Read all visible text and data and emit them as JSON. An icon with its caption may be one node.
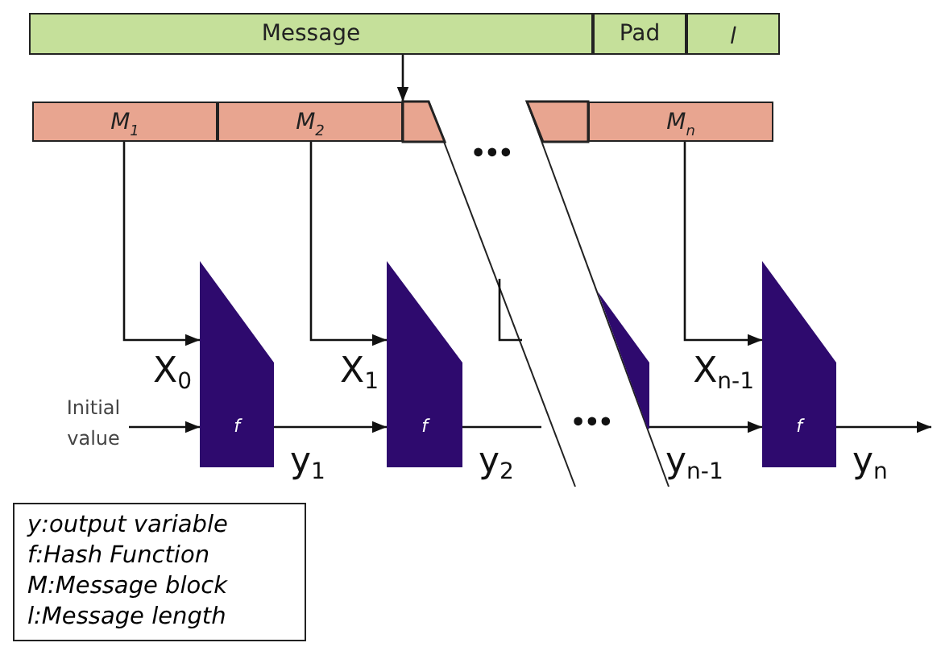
{
  "diagram": {
    "nodes": [
      {
        "text": [
          "Message"
        ]
      },
      {
        "text": [
          "Pad"
        ]
      },
      {
        "text": [
          "l"
        ]
      },
      {
        "text": [
          "M$_{1}$"
        ]
      },
      {
        "text": [
          "M$_{2}$"
        ]
      },
      {
        "text": [],
        "shape": "box"
      },
      {
        "text": [],
        "shape": "box"
      },
      {
        "text": [
          "M$_{n}$"
        ]
      },
      {
        "text": [
          "f"
        ]
      },
      {
        "text": [
          "f"
        ]
      },
      {
        "text": [],
        "shape": "box"
      },
      {
        "text": [
          "f"
        ]
      },
      {
        "text": [
          "Initial value"
        ]
      },
      {
        "text": [
          "y:output variable",
          "f:Hash Function",
          "M:Message block",
          "l:Message length"
        ]
      }
    ],
    "edges": [
      {
        "from": 0,
        "to": 4,
        "arrow": "to"
      },
      {
        "from": 3,
        "to": 8,
        "arrow": "to",
        "label": "X$_{0}$"
      },
      {
        "from": 4,
        "to": 9,
        "arrow": "to",
        "label": "X$_{1}$"
      },
      {
        "from": 7,
        "to": 11,
        "arrow": "to",
        "label": "X$_{n-1}$"
      },
      {
        "from": 12,
        "to": 8,
        "arrow": "to"
      },
      {
        "from": 8,
        "to": 9,
        "arrow": "to",
        "label": "y$_{1}$"
      },
      {
        "from": 9,
        "to": null,
        "arrow": "none",
        "label": "y$_{2}$"
      },
      {
        "from": 10,
        "to": 11,
        "arrow": "to",
        "label": "y$_{n-1}$"
      },
      {
        "from": 11,
        "to": null,
        "arrow": "to",
        "label": "y$_{n}$"
      }
    ],
    "labels": [
      "•••",
      "•••"
    ]
  }
}
